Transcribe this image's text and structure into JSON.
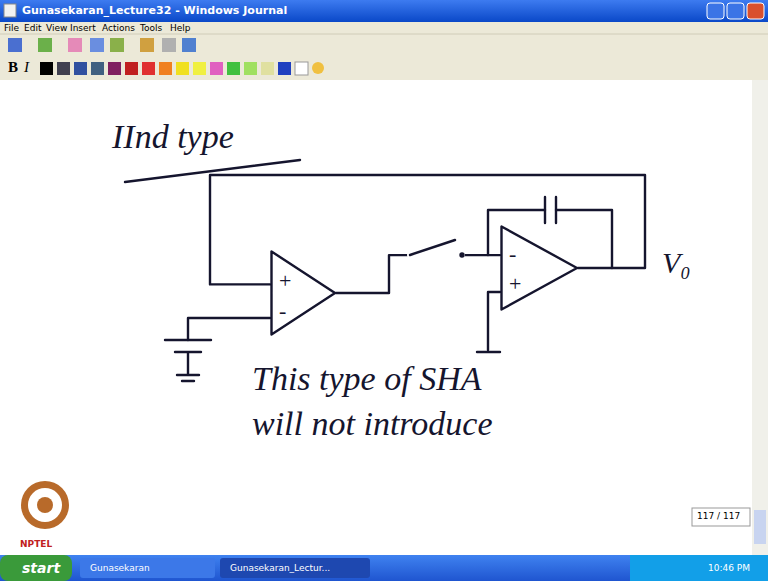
{
  "diagram": {
    "title": "IInd type",
    "nodes": [
      {
        "text": [
          "+",
          "-"
        ]
      },
      {
        "text": [
          "-",
          "+"
        ]
      }
    ],
    "edges": [
      {
        "from": 0,
        "to": 1,
        "arrow": "none"
      },
      {
        "from": 1,
        "to": 0,
        "arrow": "none"
      }
    ],
    "labels": [
      "Gunasekaran_Lecture32 - Windows Journal",
      "File",
      "Edit",
      "View",
      "Insert",
      "Actions",
      "Tools",
      "Help",
      "B",
      "I",
      "V₀",
      "This type of SHA",
      "will not introduce",
      "117 / 117",
      "NPTEL",
      "start",
      "Gunasekaran",
      "Gunasekaran_Lectur...",
      "10:46 PM"
    ]
  }
}
